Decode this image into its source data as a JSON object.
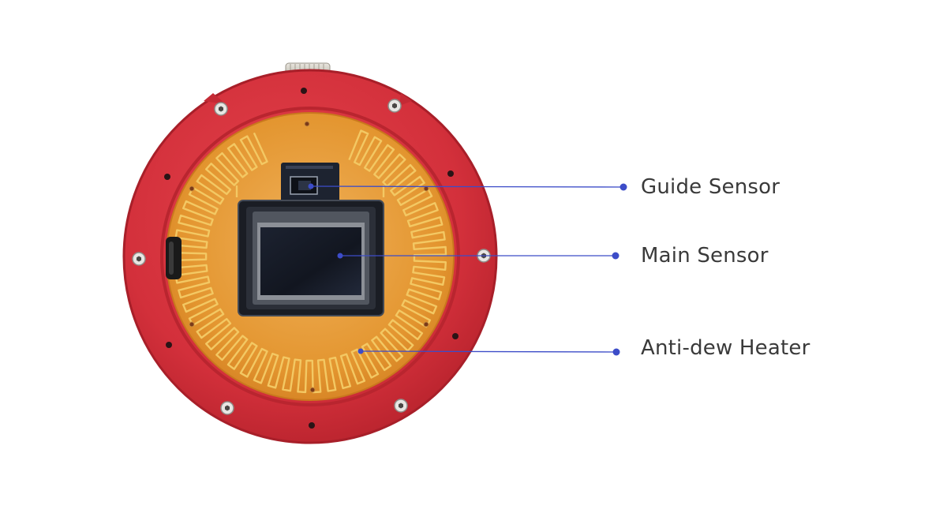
{
  "callouts": {
    "guide_sensor": "Guide Sensor",
    "main_sensor": "Main Sensor",
    "anti_dew_heater": "Anti-dew Heater"
  },
  "colors": {
    "body_red": "#d8333e",
    "heater_amber": "#e39a3a",
    "trace_gold": "#f1c25a",
    "sensor_dark": "#141821",
    "leader_line": "#3c4cc8",
    "label_text": "#3a3a3a"
  }
}
